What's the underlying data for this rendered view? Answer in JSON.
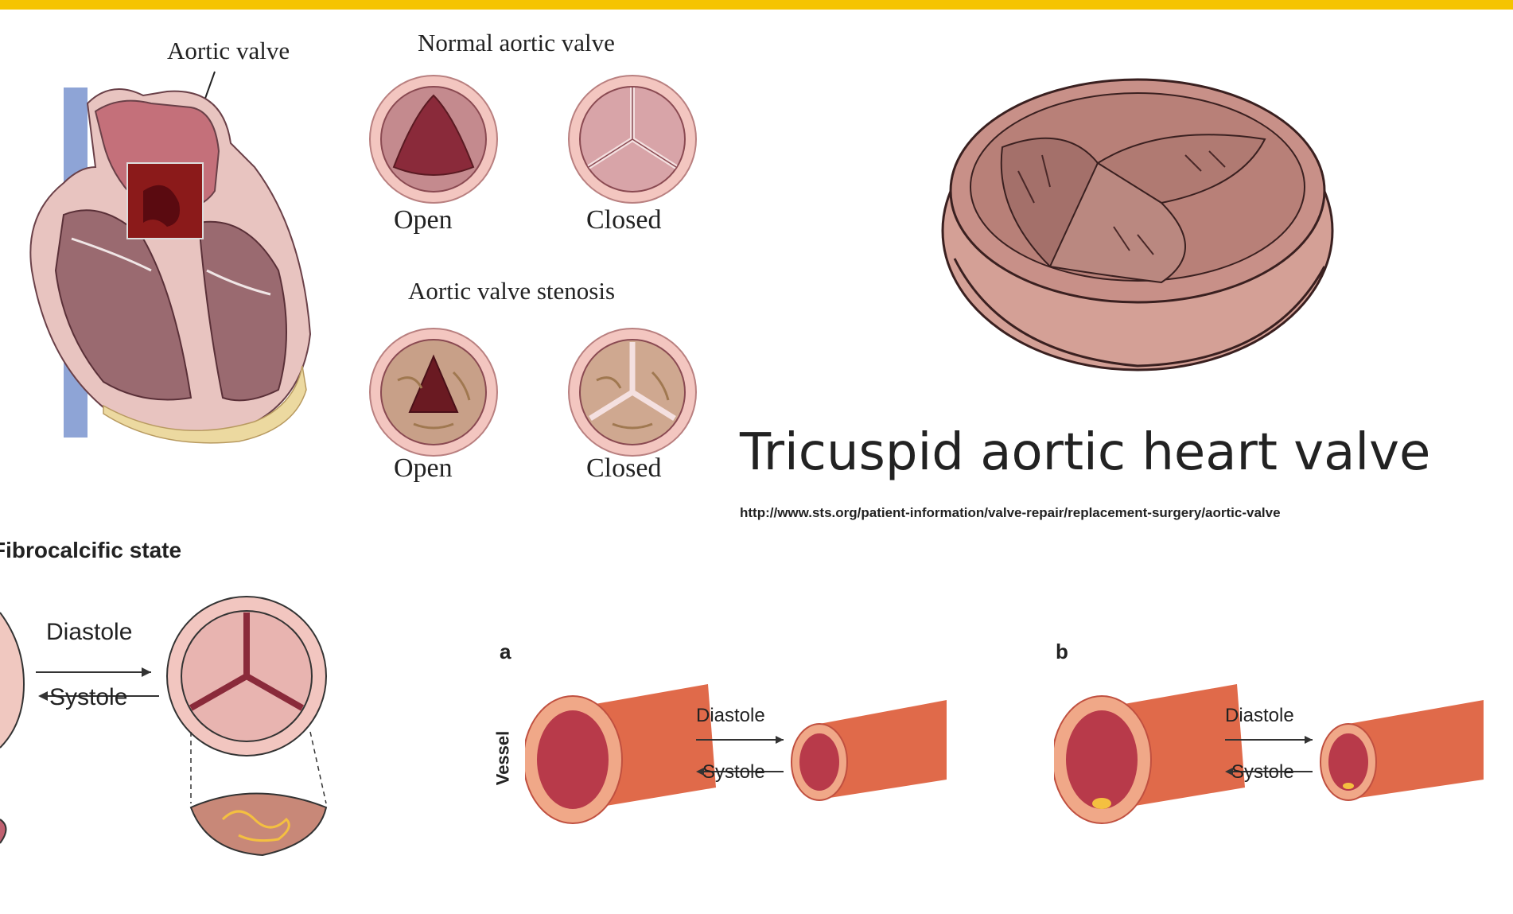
{
  "heart_illustration": {
    "label": "Aortic valve"
  },
  "valve_states": {
    "normal_title": "Normal aortic valve",
    "stenosis_title": "Aortic valve stenosis",
    "open_label": "Open",
    "closed_label": "Closed"
  },
  "slide_title": {
    "title": "Tricuspid aortic heart valve",
    "source_url": "http://www.sts.org/patient-information/valve-repair/replacement-surgery/aortic-valve"
  },
  "fibrocalcific": {
    "title": "Fibrocalcific state",
    "diastole": "Diastole",
    "systole": "Systole"
  },
  "vessel_panels": {
    "panel_a": "a",
    "panel_b": "b",
    "vessel_label": "Vessel",
    "diastole": "Diastole",
    "systole": "Systole"
  },
  "colors": {
    "accent_bar": "#f5c400",
    "tissue_pink": "#e8b0b0",
    "tissue_dark": "#8a3a4a",
    "vessel_red": "#e06a4a"
  }
}
